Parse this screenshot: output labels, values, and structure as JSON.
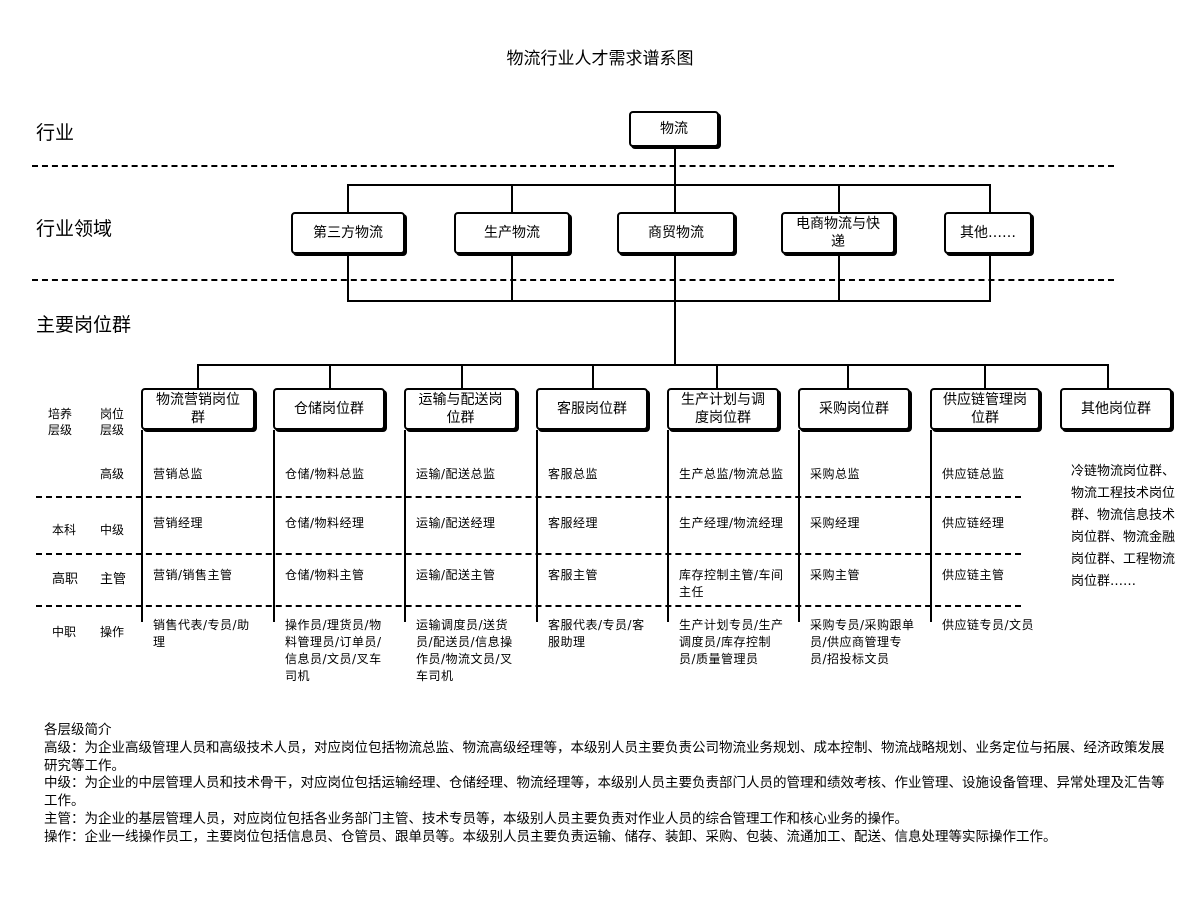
{
  "title": "物流行业人才需求谱系图",
  "row_labels": {
    "industry": "行业",
    "domain": "行业领域",
    "job_groups": "主要岗位群"
  },
  "root": "物流",
  "domains": [
    "第三方物流",
    "生产物流",
    "商贸物流",
    "电商物流与快递",
    "其他……"
  ],
  "level_header": {
    "training": "培养层级",
    "position": "岗位层级"
  },
  "levels": [
    {
      "training": "",
      "position": "高级"
    },
    {
      "training": "本科",
      "position": "中级"
    },
    {
      "training": "高职",
      "position": "主管"
    },
    {
      "training": "中职",
      "position": "操作"
    }
  ],
  "groups": [
    {
      "name": "物流营销岗位群",
      "roles": [
        "营销总监",
        "营销经理",
        "营销/销售主管",
        "销售代表/专员/助理"
      ]
    },
    {
      "name": "仓储岗位群",
      "roles": [
        "仓储/物料总监",
        "仓储/物料经理",
        "仓储/物料主管",
        "操作员/理货员/物料管理员/订单员/信息员/文员/叉车司机"
      ]
    },
    {
      "name": "运输与配送岗位群",
      "roles": [
        "运输/配送总监",
        "运输/配送经理",
        "运输/配送主管",
        "运输调度员/送货员/配送员/信息操作员/物流文员/叉车司机"
      ]
    },
    {
      "name": "客服岗位群",
      "roles": [
        "客服总监",
        "客服经理",
        "客服主管",
        "客服代表/专员/客服助理"
      ]
    },
    {
      "name": "生产计划与调度岗位群",
      "roles": [
        "生产总监/物流总监",
        "生产经理/物流经理",
        "库存控制主管/车间主任",
        "生产计划专员/生产调度员/库存控制员/质量管理员"
      ]
    },
    {
      "name": "采购岗位群",
      "roles": [
        "采购总监",
        "采购经理",
        "采购主管",
        "采购专员/采购跟单员/供应商管理专员/招投标文员"
      ]
    },
    {
      "name": "供应链管理岗位群",
      "roles": [
        "供应链总监",
        "供应链经理",
        "供应链主管",
        "供应链专员/文员"
      ]
    },
    {
      "name": "其他岗位群",
      "roles": []
    }
  ],
  "other_groups_text": "冷链物流岗位群、物流工程技术岗位群、物流信息技术岗位群、物流金融岗位群、工程物流岗位群……",
  "notes": {
    "heading": "各层级简介",
    "senior": "高级：为企业高级管理人员和高级技术人员，对应岗位包括物流总监、物流高级经理等，本级别人员主要负责公司物流业务规划、成本控制、物流战略规划、业务定位与拓展、经济政策发展研究等工作。",
    "middle": "中级：为企业的中层管理人员和技术骨干，对应岗位包括运输经理、仓储经理、物流经理等，本级别人员主要负责部门人员的管理和绩效考核、作业管理、设施设备管理、异常处理及汇告等工作。",
    "supervisor": "主管：为企业的基层管理人员，对应岗位包括各业务部门主管、技术专员等，本级别人员主要负责对作业人员的综合管理工作和核心业务的操作。",
    "operation": "操作：企业一线操作员工，主要岗位包括信息员、仓管员、跟单员等。本级别人员主要负责运输、储存、装卸、采购、包装、流通加工、配送、信息处理等实际操作工作。"
  }
}
